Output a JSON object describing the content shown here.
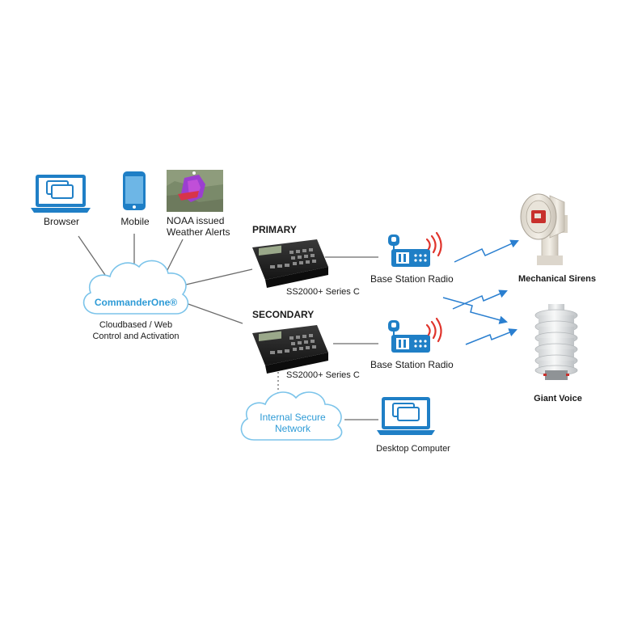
{
  "diagram": {
    "nodes": {
      "browser": "Browser",
      "mobile": "Mobile",
      "noaa": "NOAA issued\nWeather Alerts",
      "cloud_commander": "CommanderOne®",
      "cloud_caption": "Cloudbased / Web\nControl and Activation",
      "primary_heading": "PRIMARY",
      "secondary_heading": "SECONDARY",
      "controller_primary": "SS2000+ Series C",
      "controller_secondary": "SS2000+ Series C",
      "radio_primary": "Base Station Radio",
      "radio_secondary": "Base Station Radio",
      "internal_network": "Internal Secure\nNetwork",
      "desktop": "Desktop Computer",
      "sirens": "Mechanical Sirens",
      "giant_voice": "Giant Voice"
    },
    "colors": {
      "accent_blue": "#1f7fc6",
      "cloud_outline": "#7cc4ea",
      "radio_wave_red": "#e0342c",
      "connector_gray": "#6b6b6b",
      "link_blue": "#2a7fd0"
    },
    "icons": [
      "laptop-icon",
      "smartphone-icon",
      "weather-map-image",
      "cloud-icon",
      "controller-console",
      "radio-icon",
      "siren-image",
      "giant-voice-speaker-image"
    ]
  }
}
